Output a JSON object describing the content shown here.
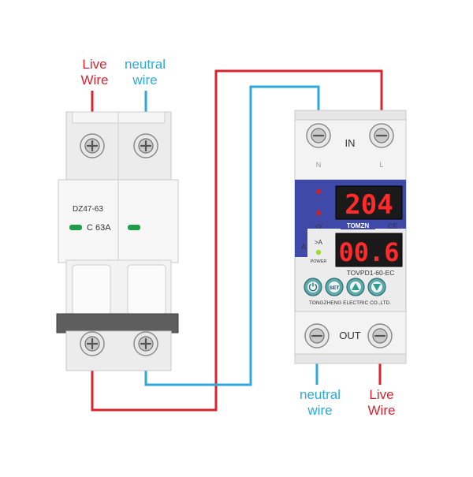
{
  "labels": {
    "top_left_live_line1": "Live",
    "top_left_live_line2": "Wire",
    "top_left_neutral_line1": "neutral",
    "top_left_neutral_line2": "wire",
    "bottom_right_neutral_line1": "neutral",
    "bottom_right_neutral_line2": "wire",
    "bottom_right_live_line1": "Live",
    "bottom_right_live_line2": "Wire"
  },
  "breaker": {
    "model": "DZ47-63",
    "rating": "C 63A"
  },
  "protector": {
    "in_label": "IN",
    "out_label": "OUT",
    "terminal_n": "N",
    "terminal_l": "L",
    "voltage_display": "204",
    "current_display": "00.6",
    "brand": "TOMZN",
    "ce_mark": "CE",
    "v_under": "<V",
    "a_over": ">A",
    "power_label": "POWER",
    "model": "TOVPD1-60-EC",
    "maker": "TONGZHENG ELECTRIC CO.,LTD.",
    "set_label": "SET",
    "unit_a": "A"
  },
  "colors": {
    "live": "#d9232d",
    "neutral": "#2fa8d8",
    "display_red": "#ff2a2a",
    "panel_blue": "#3f4aa8"
  }
}
